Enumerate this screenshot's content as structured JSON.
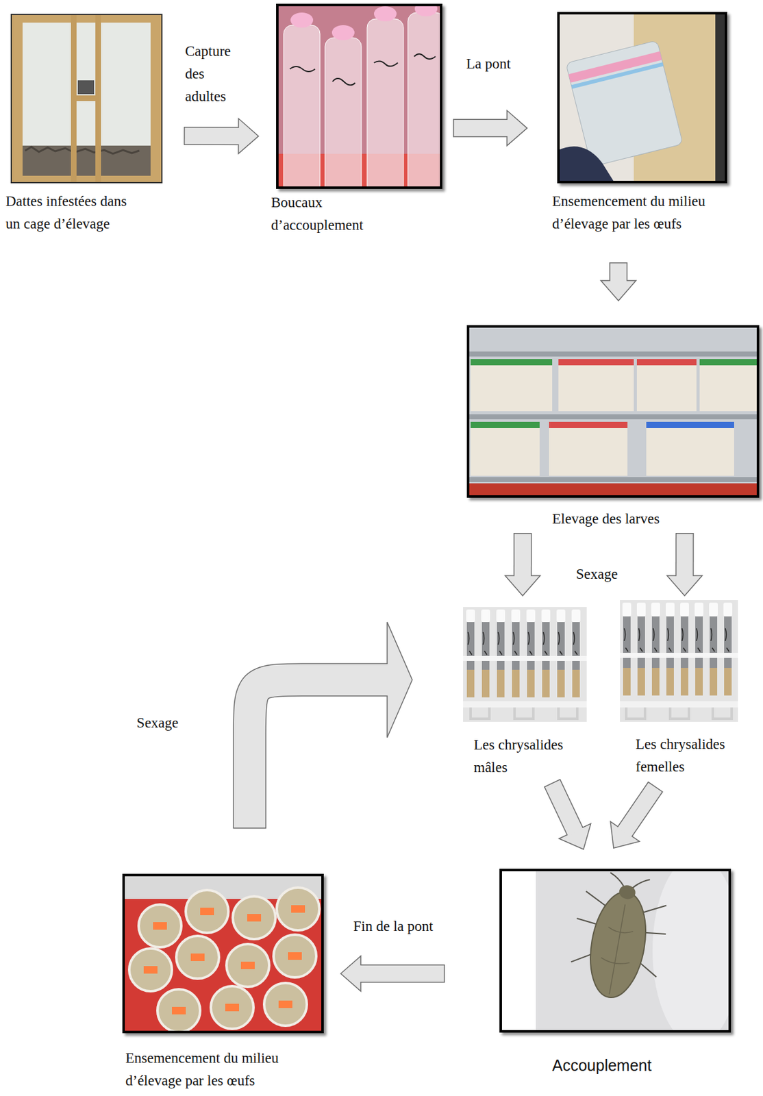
{
  "diagram": {
    "nodes": [
      {
        "text": [
          "Dattes infestées dans un cage d’élevage"
        ]
      },
      {
        "text": [
          "Boucaux d’accouplement"
        ]
      },
      {
        "text": [
          "Ensemencement du milieu d’élevage par les œufs"
        ]
      },
      {
        "text": [
          "Elevage des larves"
        ]
      },
      {
        "text": [
          "Les chrysalides mâles"
        ]
      },
      {
        "text": [
          "Les chrysalides femelles"
        ]
      },
      {
        "text": [
          "Accouplement"
        ]
      },
      {
        "text": [
          "Ensemencement du milieu d’élevage par les œufs"
        ]
      }
    ],
    "edges": [
      {
        "from": 0,
        "to": 1,
        "arrow": "to",
        "label": "Capture des adultes"
      },
      {
        "from": 1,
        "to": 2,
        "arrow": "to",
        "label": "La pont"
      },
      {
        "from": 2,
        "to": 3,
        "arrow": "to"
      },
      {
        "from": 3,
        "to": 4,
        "arrow": "to"
      },
      {
        "from": 3,
        "to": 5,
        "arrow": "to"
      },
      {
        "from": 4,
        "to": 6,
        "arrow": "to"
      },
      {
        "from": 5,
        "to": 6,
        "arrow": "to"
      },
      {
        "from": 6,
        "to": 7,
        "arrow": "to",
        "label": "Fin de la pont"
      },
      {
        "from": 7,
        "to": 4,
        "arrow": "to",
        "label": "Sexage"
      }
    ],
    "labels": [
      "Sexage"
    ]
  }
}
